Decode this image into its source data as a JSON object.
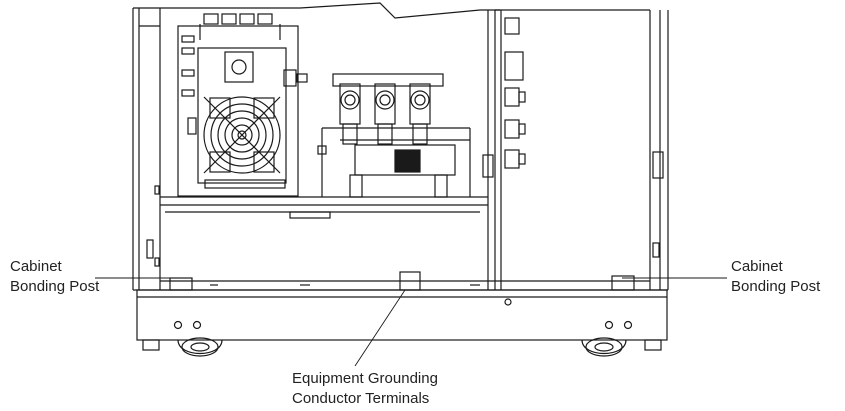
{
  "labels": {
    "left_bonding_post": {
      "line1": "Cabinet",
      "line2": "Bonding Post"
    },
    "right_bonding_post": {
      "line1": "Cabinet",
      "line2": "Bonding Post"
    },
    "grounding_terminals": {
      "line1": "Equipment Grounding",
      "line2": "Conductor Terminals"
    }
  },
  "colors": {
    "line": "#1a1a1a",
    "background": "#ffffff",
    "text": "#222222"
  }
}
